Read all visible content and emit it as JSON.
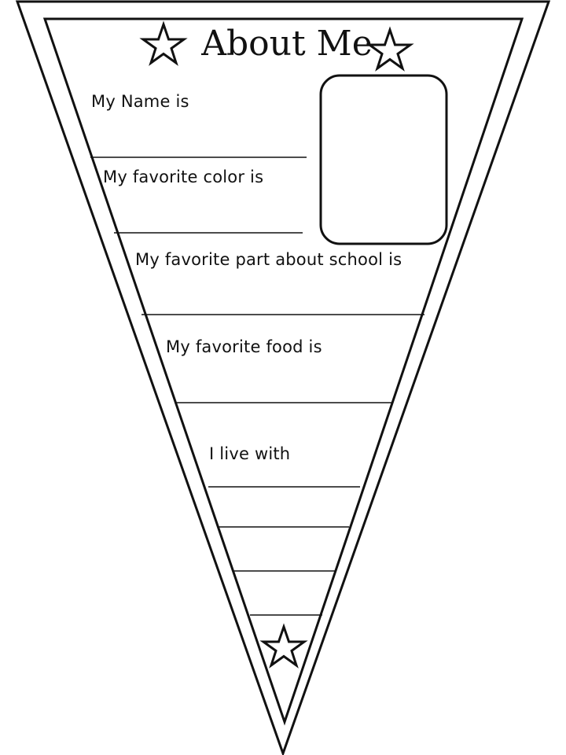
{
  "title": "About Me",
  "prompts": {
    "name": "My Name is",
    "color": "My favorite color is",
    "school": "My favorite part about school is",
    "food": "My favorite food is",
    "live_with": "I live with"
  },
  "icons": {
    "title_left": "star-icon",
    "title_right": "star-icon",
    "bottom": "star-icon"
  },
  "colors": {
    "ink": "#111111",
    "paper": "#ffffff"
  }
}
